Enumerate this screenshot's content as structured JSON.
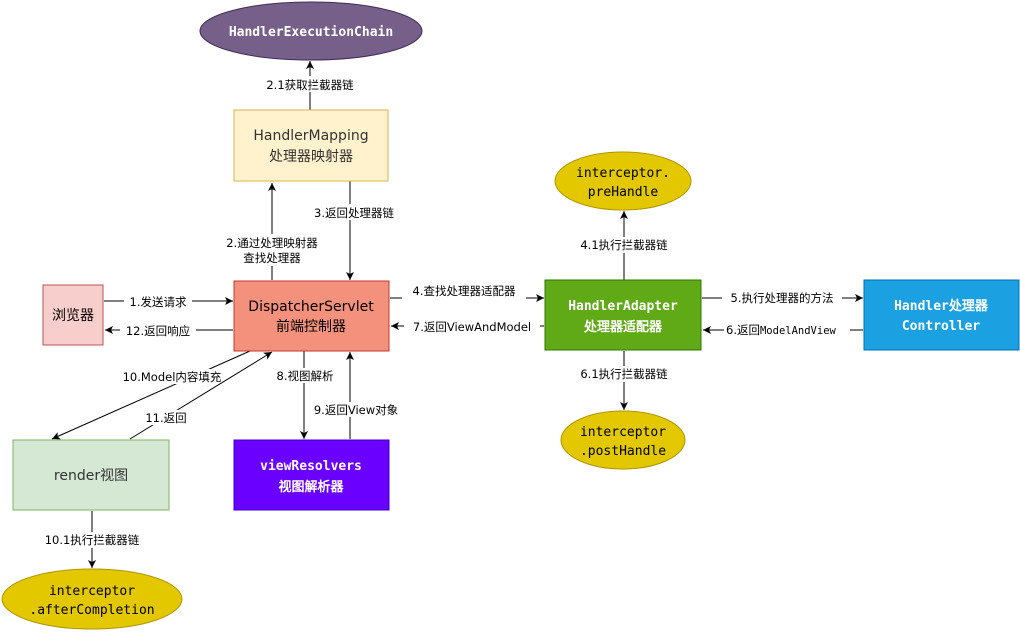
{
  "nodes": {
    "handler_execution_chain": {
      "text": "HandlerExecutionChain",
      "fill": "#76608a",
      "stroke": "#432d57",
      "color": "#ffffff"
    },
    "handler_mapping": {
      "line1": "HandlerMapping",
      "line2": "处理器映射器",
      "fill": "#fff2cc",
      "stroke": "#d6b656",
      "color": "#333333"
    },
    "browser": {
      "text": "浏览器",
      "fill": "#f8cecc",
      "stroke": "#b85450",
      "color": "#000000"
    },
    "dispatcher_servlet": {
      "line1": "DispatcherServlet",
      "line2": "前端控制器",
      "fill": "#f4917c",
      "stroke": "#c0392b",
      "color": "#000000"
    },
    "handler_adapter": {
      "line1": "HandlerAdapter",
      "line2": "处理器适配器",
      "fill": "#60a917",
      "stroke": "#2d7600",
      "color": "#ffffff"
    },
    "handler_controller": {
      "line1": "Handler处理器",
      "line2": "Controller",
      "fill": "#1ba1e2",
      "stroke": "#006eaf",
      "color": "#ffffff"
    },
    "interceptor_prehandle": {
      "line1": "interceptor.",
      "line2": "preHandle",
      "fill": "#e3c800",
      "stroke": "#b09500",
      "color": "#000000"
    },
    "interceptor_posthandle": {
      "line1": "interceptor",
      "line2": ".postHandle",
      "fill": "#e3c800",
      "stroke": "#b09500",
      "color": "#000000"
    },
    "render_view": {
      "text": "render视图",
      "fill": "#d5e8d4",
      "stroke": "#82b366",
      "color": "#333333"
    },
    "view_resolvers": {
      "line1": "viewResolvers",
      "line2": "视图解析器",
      "fill": "#6a00ff",
      "stroke": "#3700cc",
      "color": "#ffffff"
    },
    "interceptor_aftercompletion": {
      "line1": "interceptor",
      "line2": ".afterCompletion",
      "fill": "#e3c800",
      "stroke": "#b09500",
      "color": "#000000"
    }
  },
  "edges": {
    "e2_1": "2.1获取拦截器链",
    "e2_line1": "2.通过处理映射器",
    "e2_line2": "查找处理器",
    "e3": "3.返回处理器链",
    "e1": "1.发送请求",
    "e12": "12.返回响应",
    "e4": "4.查找处理器适配器",
    "e7": "7.返回ViewAndModel",
    "e4_1": "4.1执行拦截器链",
    "e5": "5.执行处理器的方法",
    "e6_prefix": "6.返回",
    "e6_suffix": "ModelAndView",
    "e6_1": "6.1执行拦截器链",
    "e8": "8.视图解析",
    "e9": "9.返回View对象",
    "e10": "10.Model内容填充",
    "e11": "11.返回",
    "e10_1": "10.1执行拦截器链"
  }
}
